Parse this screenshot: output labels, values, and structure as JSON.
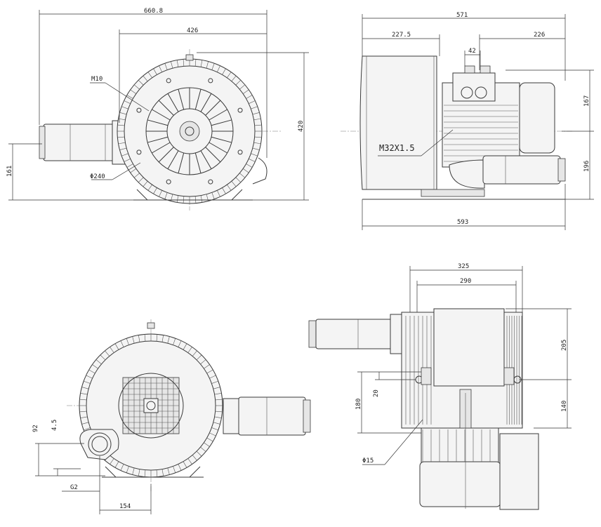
{
  "views": {
    "front": {
      "dims": {
        "overall_width": "660.8",
        "bolt_spacing": "426",
        "height": "420",
        "center_height": "161",
        "thread": "M10",
        "flange_dia": "Φ240"
      }
    },
    "side": {
      "dims": {
        "overall_top": "571",
        "left_part": "227.5",
        "right_part": "226",
        "terminal": "42",
        "upper_height": "167",
        "lower_height": "196",
        "cable_gland": "M32X1.5",
        "overall_bottom": "593"
      }
    },
    "rear": {
      "dims": {
        "port_offset_92": "92",
        "port_offset_45": "4.5",
        "port_thread": "G2",
        "port_horizontal": "154"
      }
    },
    "top": {
      "dims": {
        "outer_width": "325",
        "inner_width": "290",
        "upper_height": "205",
        "mount_height": "180",
        "hole_offset": "20",
        "lower_height": "140",
        "hole_dia": "Φ15"
      }
    }
  }
}
